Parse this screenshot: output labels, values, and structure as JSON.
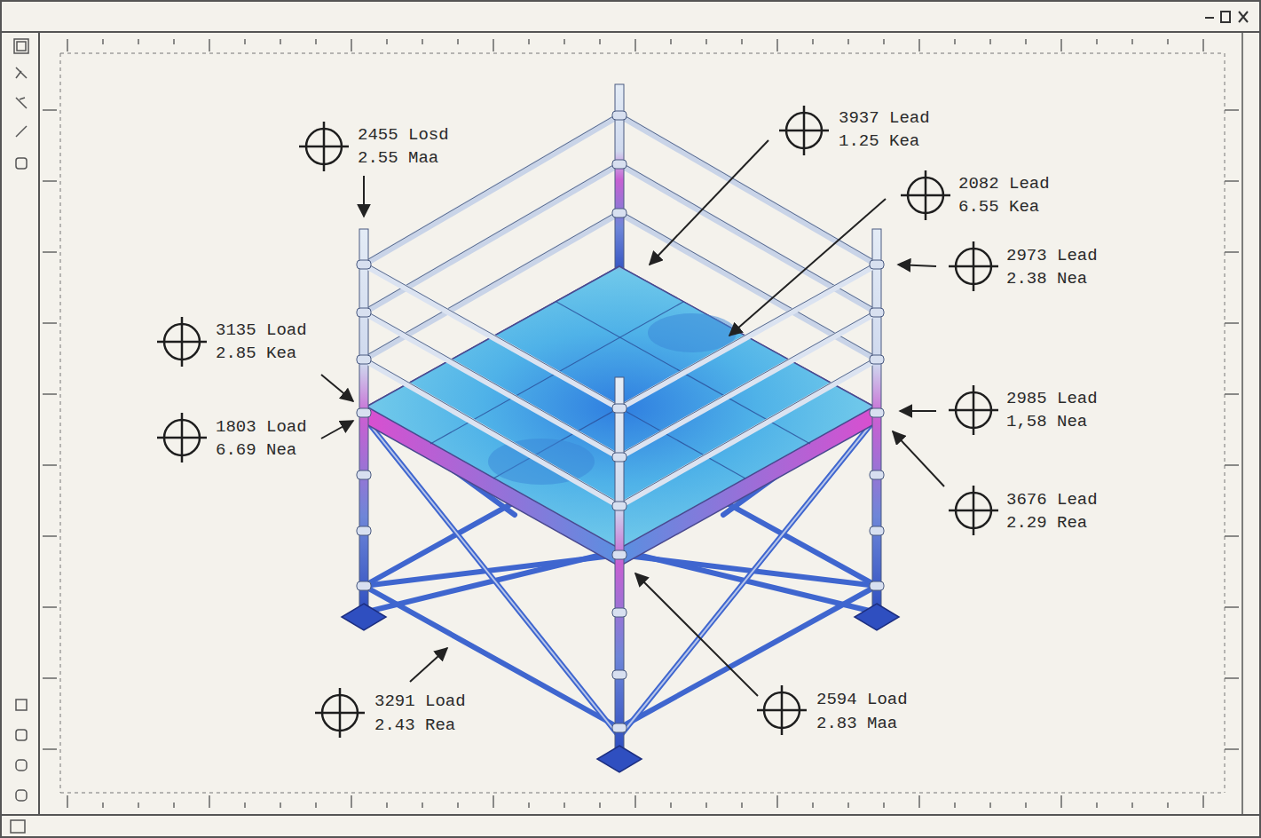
{
  "diagram": {
    "labels": [
      "2455 Losd",
      "2.55 Maa",
      "3937 Lead",
      "1.25 Kea",
      "2082 Lead",
      "6.55 Kea",
      "2973 Lead",
      "2.38 Nea",
      "3135 Load",
      "2.85 Kea",
      "1803 Load",
      "6.69 Nea",
      "2985 Lead",
      "1,58 Nea",
      "3676 Lead",
      "2.29 Rea",
      "3291 Load",
      "2.43 Rea",
      "2594 Load",
      "2.83 Maa"
    ]
  }
}
